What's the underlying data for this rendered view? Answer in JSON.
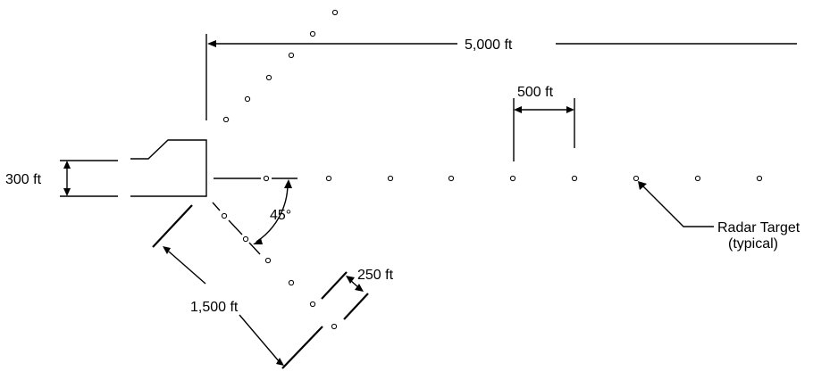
{
  "labels": {
    "dim_5000": "5,000 ft",
    "dim_500": "500 ft",
    "dim_300": "300 ft",
    "dim_1500": "1,500 ft",
    "dim_250": "250 ft",
    "angle_45": "45°",
    "callout_line1": "Radar Target",
    "callout_line2": "(typical)"
  },
  "colors": {
    "ink": "#000000",
    "background": "#ffffff"
  },
  "icons": [
    "radar-target-marker",
    "dimension-arrow"
  ]
}
